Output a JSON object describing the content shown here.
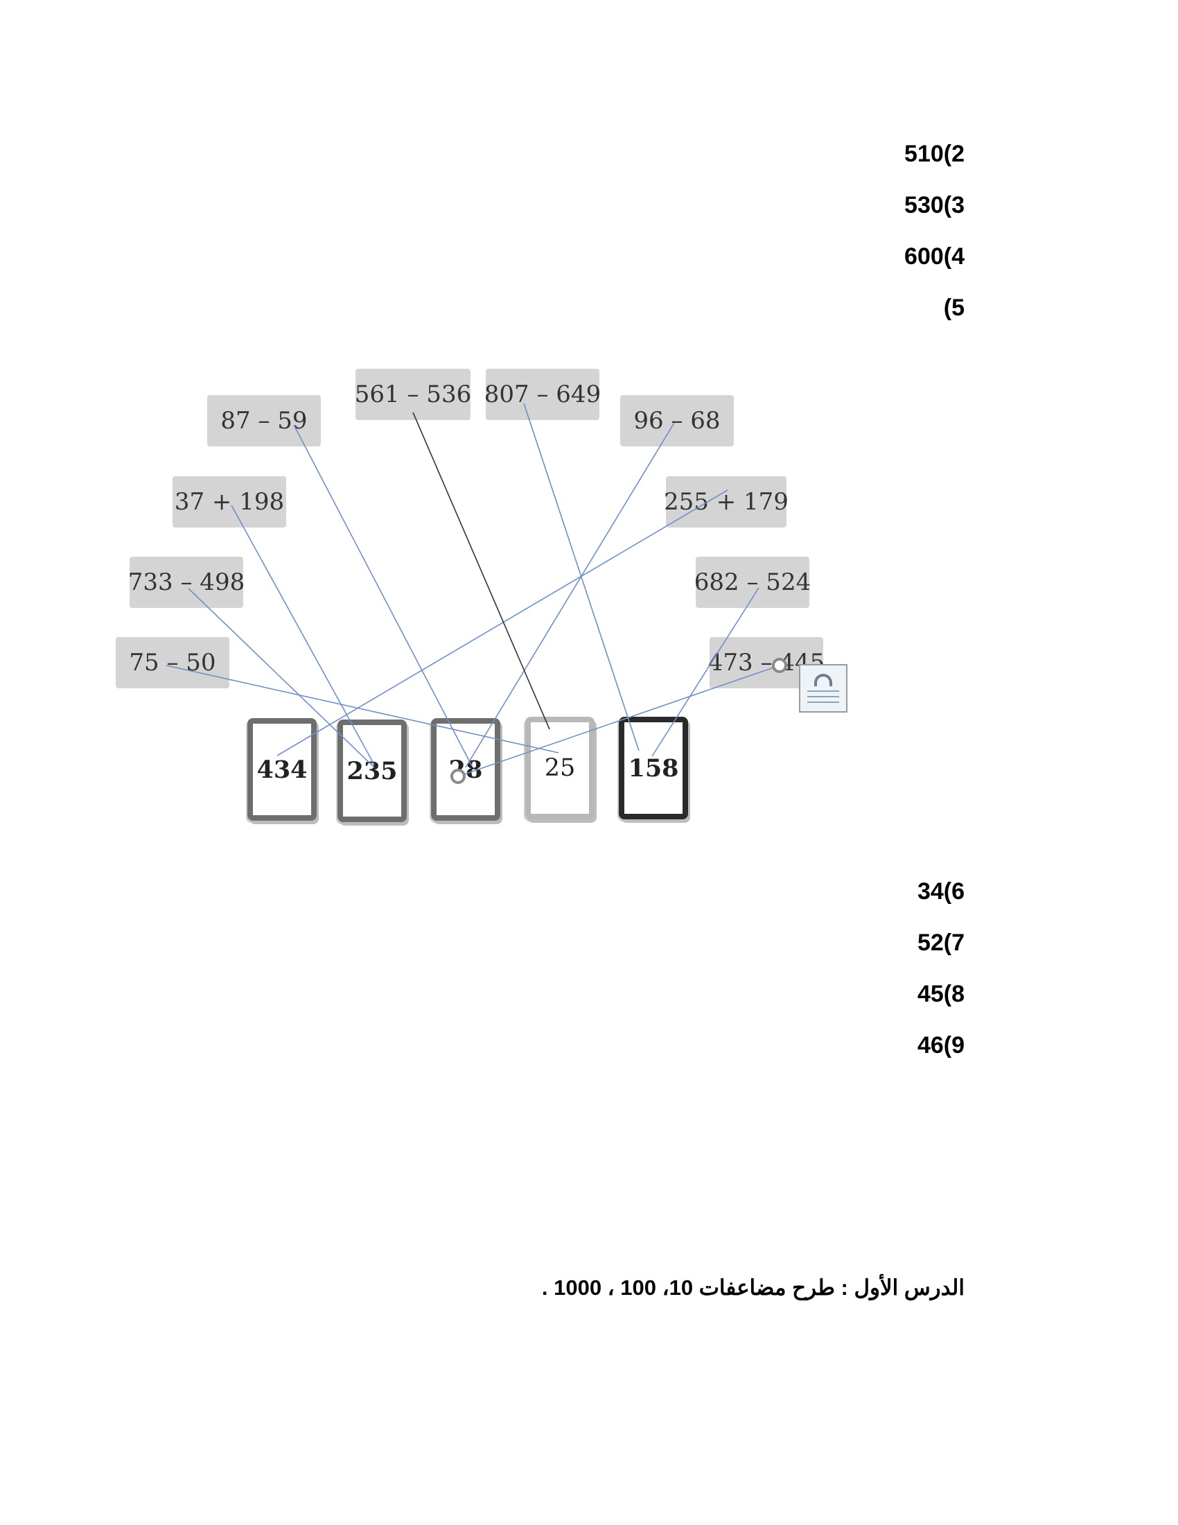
{
  "answers_top": [
    "510(2",
    "530(3",
    "600(4",
    "(5"
  ],
  "answers_bottom": [
    "34(6",
    "52(7",
    "45(8",
    "46(9"
  ],
  "expressions": {
    "e1": "75 – 50",
    "e2": "733 – 498",
    "e3": "37 + 198",
    "e4": "87 – 59",
    "e5": "561 – 536",
    "e6": "807 – 649",
    "e7": "96 – 68",
    "e8": "255 + 179",
    "e9": "682 – 524",
    "e10": "473 – 445"
  },
  "cards": [
    "434",
    "235",
    "28",
    "25",
    "158"
  ],
  "lesson_title": "الدرس الأول : طرح مضاعفات 10، 100 ، 1000 .",
  "colors": {
    "match_line": "#6f8fc9",
    "active_line": "#333333",
    "tile_bg": "#d4d4d4"
  },
  "icons": [
    "layout-options-icon",
    "drag-handle-icon"
  ]
}
